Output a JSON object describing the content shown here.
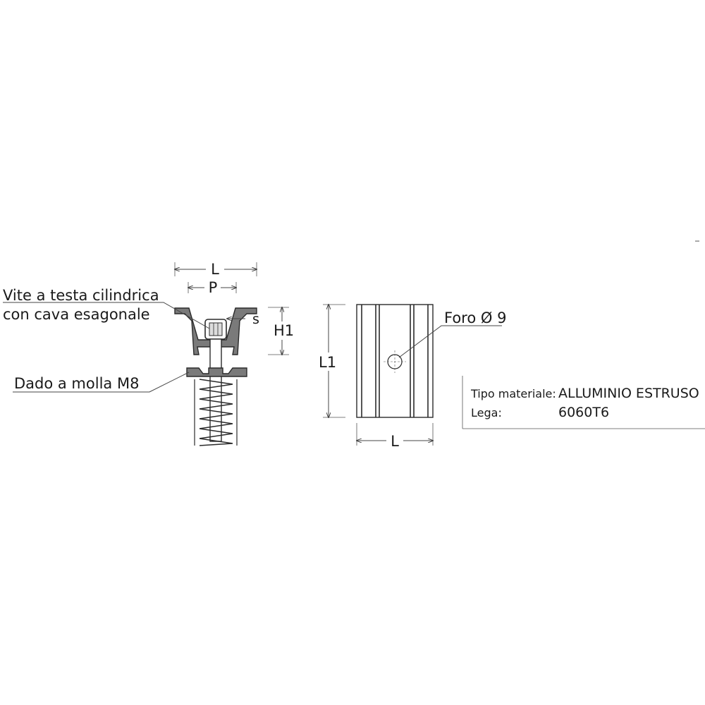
{
  "labels": {
    "screw": [
      "Vite a testa cilindrica",
      "con cava esagonale"
    ],
    "nut": "Dado a molla M8",
    "hole": "Foro Ø 9",
    "dim_L_top": "L",
    "dim_P": "P",
    "dim_s": "s",
    "dim_H1": "H1",
    "dim_L1": "L1",
    "dim_L_bottom": "L"
  },
  "spec": {
    "material_label": "Tipo materiale:",
    "material_value": "ALLUMINIO ESTRUSO",
    "alloy_label": "Lega:",
    "alloy_value": "6060T6"
  },
  "colors": {
    "profile_fill": "#7a7a7a",
    "stroke": "#2b2b2b",
    "line": "#444444"
  }
}
